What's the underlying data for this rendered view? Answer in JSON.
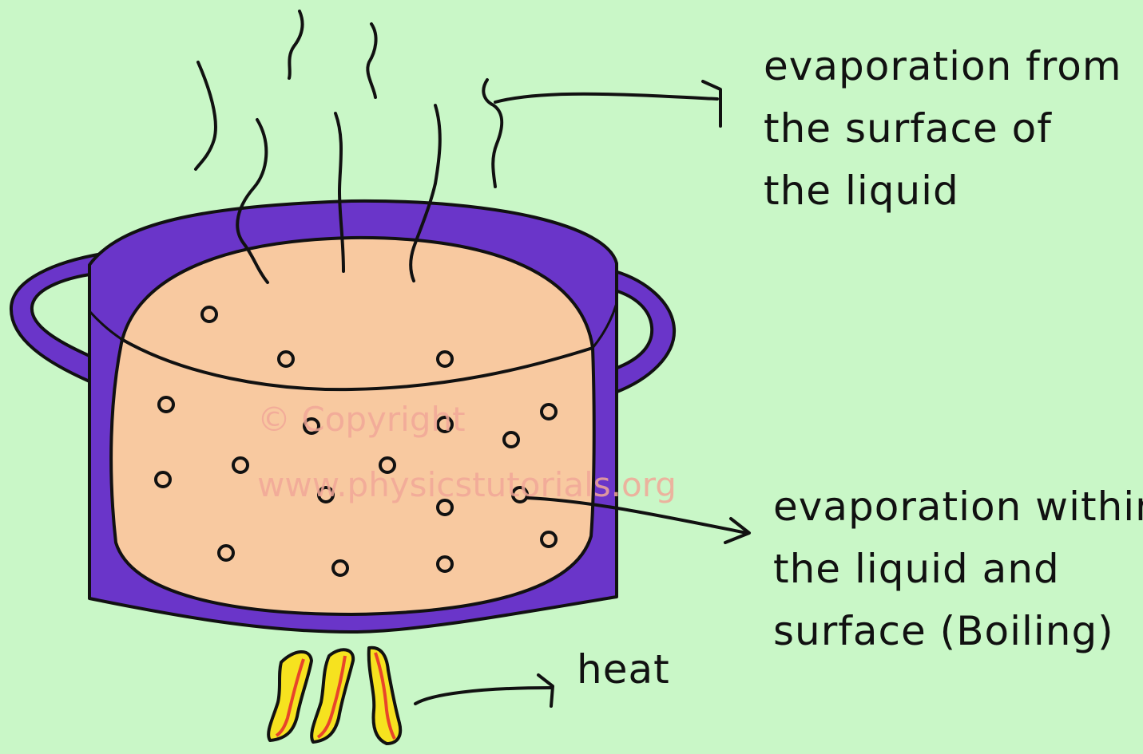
{
  "labels": {
    "surface": [
      "evaporation from",
      "the surface of",
      "the liquid"
    ],
    "boiling": [
      "evaporation within",
      "the liquid and",
      "surface (Boiling)"
    ],
    "heat": "heat"
  },
  "watermark": {
    "line1": "© Copyright",
    "line2": "www.physicstutorials.org"
  },
  "colors": {
    "background": "#c9f7c7",
    "pot": "#6a35c9",
    "liquid": "#f8c9a0",
    "outline": "#111111",
    "flame_outer": "#f6e21f",
    "flame_inner": "#e8452a"
  }
}
